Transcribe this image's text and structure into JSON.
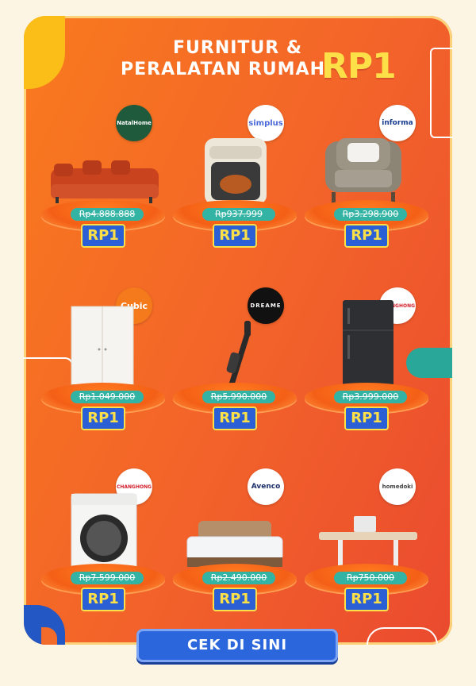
{
  "header": {
    "line1": "FURNITUR &",
    "line2": "PERALATAN RUMAH",
    "highlight": "RP1"
  },
  "products": [
    {
      "brand": "NatalHome",
      "name": "sofa",
      "old_price": "Rp4.888.888",
      "new_price": "RP1"
    },
    {
      "brand": "simplus",
      "name": "air-fryer",
      "old_price": "Rp937.999",
      "new_price": "RP1"
    },
    {
      "brand": "informa",
      "name": "armchair",
      "old_price": "Rp3.298.900",
      "new_price": "RP1"
    },
    {
      "brand": "Cubic",
      "name": "wardrobe",
      "old_price": "Rp1.049.000",
      "new_price": "RP1"
    },
    {
      "brand": "DREAME",
      "name": "wet-dry-vacuum",
      "old_price": "Rp5.990.000",
      "new_price": "RP1"
    },
    {
      "brand": "CHANGHONG",
      "name": "refrigerator",
      "old_price": "Rp3.999.000",
      "new_price": "RP1"
    },
    {
      "brand": "CHANGHONG",
      "name": "washing-machine",
      "old_price": "Rp7.599.000",
      "new_price": "RP1"
    },
    {
      "brand": "Avenco",
      "name": "bed",
      "old_price": "Rp2.490.000",
      "new_price": "RP1"
    },
    {
      "brand": "homedoki",
      "name": "standing-desk",
      "old_price": "Rp750.000",
      "new_price": "RP1"
    }
  ],
  "cta": {
    "label": "CEK DI SINI"
  },
  "colors": {
    "card": "#f36b2b",
    "accent_yellow": "#fde047",
    "button_blue": "#2c66dd",
    "teal": "#33b3a3"
  }
}
